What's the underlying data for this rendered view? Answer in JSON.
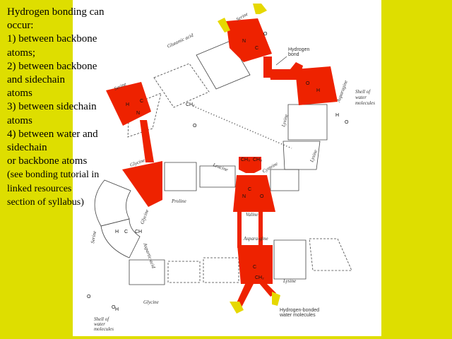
{
  "notes": [
    "Hydrogen bonding can",
    "occur:",
    "1) between backbone",
    "atoms;",
    "2) between backbone",
    "and sidechain",
    "atoms",
    "3) between sidechain",
    "atoms",
    "4) between water and",
    "sidechain",
    "or backbone atoms",
    "(see bonding tutorial in",
    "linked resources",
    "section of syllabus)"
  ],
  "diagram": {
    "labels": {
      "serine_top": "Serine",
      "glutamic_acid": "Glutamic acid",
      "hydrogen_bond_1": "Hydrogen",
      "hydrogen_bond_2": "bond",
      "asparagine_top": "Asparagine",
      "shell_top_1": "Shell of",
      "shell_top_2": "water",
      "shell_top_3": "molecules",
      "serine_left": "Serine",
      "lysine_right": "Lysine",
      "glycine_mid": "Glycine",
      "leucine": "Leucine",
      "proline": "Proline",
      "valine": "Valine",
      "cysteine": "Cysteine",
      "lysine_right2": "Lysine",
      "glycine_left": "Glycine",
      "serine_bottom": "Serine",
      "aspartic_acid": "Aspartic acid",
      "asparagine_bottom": "Aspara-gine",
      "glycine_bottom": "Glycine",
      "lysine_bottom": "Lysine",
      "hb_water_1": "Hydrogen-bonded",
      "hb_water_2": "water molecules",
      "shell_bottom_1": "Shell of",
      "shell_bottom_2": "water",
      "shell_bottom_3": "molecules"
    },
    "colors": {
      "highlight": "#ee2200",
      "water": "#e6d800",
      "background": "#dede00"
    }
  }
}
